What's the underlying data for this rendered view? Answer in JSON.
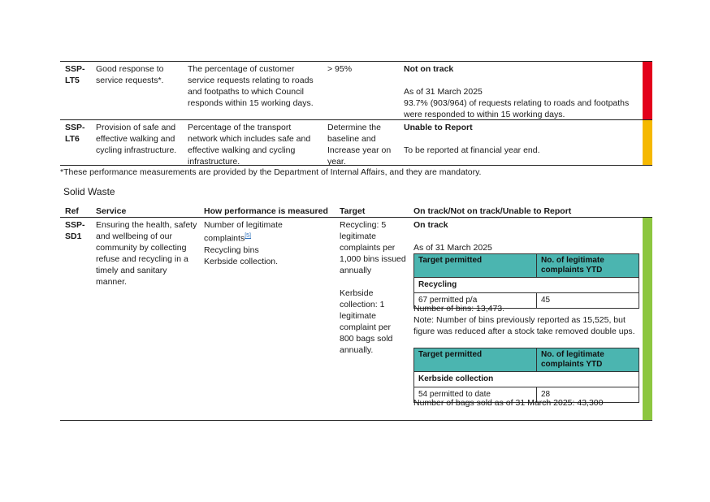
{
  "colors": {
    "red": "#e3001b",
    "amber": "#f5b800",
    "green": "#8cc63f",
    "teal": "#4bb5b0"
  },
  "row_lt5": {
    "ref": [
      "SSP-",
      "LT5"
    ],
    "service": [
      "Good response to",
      "service requests*."
    ],
    "measure": [
      "The percentage of customer",
      "service requests relating to roads",
      "and footpaths to which Council",
      "responds within 15 working days."
    ],
    "target": "> 95%",
    "status": "Not on track",
    "asof": "As of 31 March 2025",
    "detail": [
      "93.7% (903/964) of requests relating to roads and footpaths",
      "were responded to within 15 working days."
    ]
  },
  "row_lt6": {
    "ref": [
      "SSP-",
      "LT6"
    ],
    "service": [
      "Provision of safe and",
      "effective walking and",
      "cycling infrastructure."
    ],
    "measure": [
      "Percentage of the transport",
      "network which includes safe and",
      "effective walking and cycling",
      "infrastructure."
    ],
    "target": [
      "Determine the",
      "baseline and",
      "Increase year on",
      "year."
    ],
    "status": "Unable to Report",
    "detail": "To be reported at financial year end."
  },
  "footnote": "*These performance measurements are provided by the Department of Internal Affairs, and they are mandatory.",
  "section_title": "Solid Waste",
  "headers": {
    "ref": "Ref",
    "service": "Service",
    "measure": "How performance is measured",
    "target": "Target",
    "status": "On track/Not on track/Unable to Report"
  },
  "row_sd1": {
    "ref": [
      "SSP-",
      "SD1"
    ],
    "service": [
      "Ensuring the health, safety",
      "and wellbeing of our",
      "community by collecting",
      "refuse and recycling in a",
      "timely and sanitary",
      "manner."
    ],
    "measure_1": "Number of legitimate",
    "measure_2": "complaints",
    "footnote_ref": "[5]",
    "measure_3": "Recycling bins",
    "measure_4": "Kerbside collection.",
    "target_a": [
      "Recycling: 5",
      "legitimate",
      "complaints per",
      "1,000 bins issued",
      "annually"
    ],
    "target_b": [
      "Kerbside",
      "collection: 1",
      "legitimate",
      "complaint per",
      "800 bags sold",
      "annually."
    ],
    "status": "On track",
    "asof": "As of 31 March 2025",
    "table1": {
      "h1": "Target permitted",
      "h2": [
        "No. of legitimate",
        "complaints YTD"
      ],
      "sub": "Recycling",
      "c1": "67 permitted p/a",
      "c2": "45"
    },
    "bins_note": [
      "Number of bins: 13,473.",
      "Note: Number of bins previously reported as 15,525, but",
      "figure was reduced after a stock take removed double ups."
    ],
    "table2": {
      "h1": "Target permitted",
      "h2": [
        "No. of legitimate",
        "complaints YTD"
      ],
      "sub": "Kerbside collection",
      "c1": "54 permitted to date",
      "c2": "28"
    },
    "bags_note": "Number of bags sold as of 31 March 2025: 43,300"
  }
}
